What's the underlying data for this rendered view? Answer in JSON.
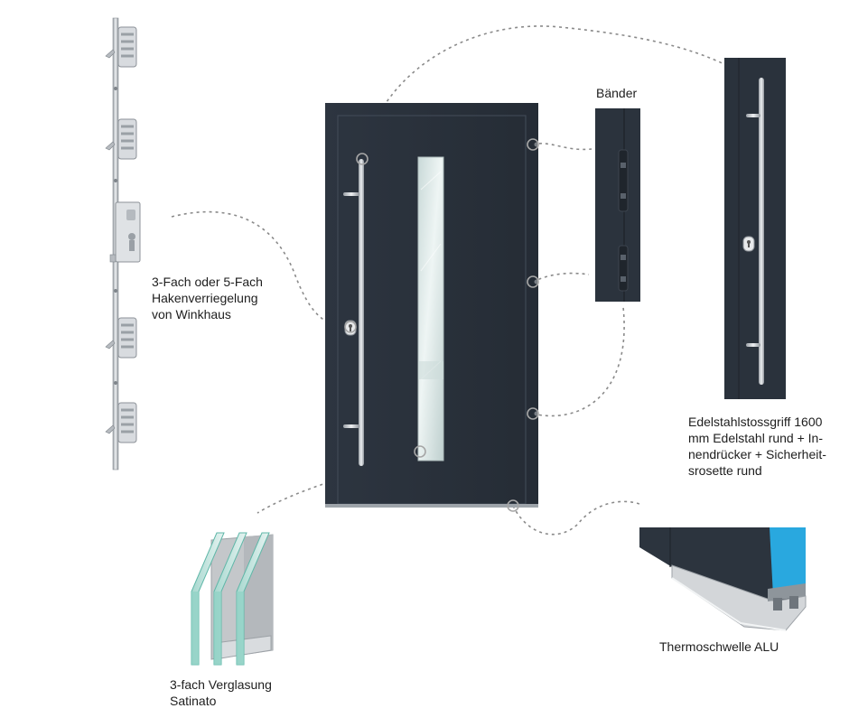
{
  "labels": {
    "lock": [
      "3-Fach oder 5-Fach",
      "Hakenverriegelung",
      "von Winkhaus"
    ],
    "hinges": "Bänder",
    "handle": [
      "Edelstahlstossgriff 1600",
      "mm Edelstahl rund + In-",
      "nendrücker + Sicherheit-",
      "srosette rund"
    ],
    "glass": [
      "3-fach Verglasung",
      "Satinato"
    ],
    "threshold": "Thermoschwelle ALU"
  },
  "colors": {
    "door": "#2a323c",
    "door_frame": "#333b46",
    "glass": "#dfe9e8",
    "steel": "#c9ccd0",
    "connector": "#8a8a8a",
    "threshold_blue": "#29a8df",
    "glass_edge": "#6fc3b6"
  }
}
